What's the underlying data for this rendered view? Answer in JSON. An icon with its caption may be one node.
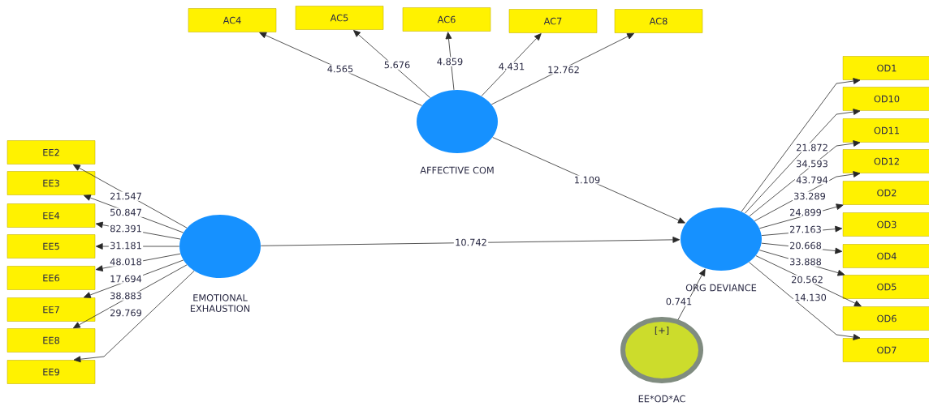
{
  "diagram": {
    "nodes": [
      {
        "text": [
          "AC4"
        ]
      },
      {
        "text": [
          "AC5"
        ]
      },
      {
        "text": [
          "AC6"
        ]
      },
      {
        "text": [
          "AC7"
        ]
      },
      {
        "text": [
          "AC8"
        ]
      },
      {
        "text": [
          "AFFECTIVE COM"
        ]
      },
      {
        "text": [
          "EMOTIONAL EXHAUSTION"
        ]
      },
      {
        "text": [
          "ORG DEVIANCE"
        ]
      },
      {
        "text": [
          "[+]",
          "EE*OD*AC"
        ]
      },
      {
        "text": [
          "EE2"
        ]
      },
      {
        "text": [
          "EE3"
        ]
      },
      {
        "text": [
          "EE4"
        ]
      },
      {
        "text": [
          "EE5"
        ]
      },
      {
        "text": [
          "EE6"
        ]
      },
      {
        "text": [
          "EE7"
        ]
      },
      {
        "text": [
          "EE8"
        ]
      },
      {
        "text": [
          "EE9"
        ]
      },
      {
        "text": [
          "OD1"
        ]
      },
      {
        "text": [
          "OD10"
        ]
      },
      {
        "text": [
          "OD11"
        ]
      },
      {
        "text": [
          "OD12"
        ]
      },
      {
        "text": [
          "OD2"
        ]
      },
      {
        "text": [
          "OD3"
        ]
      },
      {
        "text": [
          "OD4"
        ]
      },
      {
        "text": [
          "OD5"
        ]
      },
      {
        "text": [
          "OD6"
        ]
      },
      {
        "text": [
          "OD7"
        ]
      }
    ],
    "edges": [
      {
        "from": 5,
        "to": 0,
        "arrow": "to",
        "label": "4.565"
      },
      {
        "from": 5,
        "to": 1,
        "arrow": "to",
        "label": "5.676"
      },
      {
        "from": 5,
        "to": 2,
        "arrow": "to",
        "label": "4.859"
      },
      {
        "from": 5,
        "to": 3,
        "arrow": "to",
        "label": "4.431"
      },
      {
        "from": 5,
        "to": 4,
        "arrow": "to",
        "label": "12.762"
      },
      {
        "from": 6,
        "to": 9,
        "arrow": "to",
        "label": "21.547"
      },
      {
        "from": 6,
        "to": 10,
        "arrow": "to",
        "label": "50.847"
      },
      {
        "from": 6,
        "to": 11,
        "arrow": "to",
        "label": "82.391"
      },
      {
        "from": 6,
        "to": 12,
        "arrow": "to",
        "label": "31.181"
      },
      {
        "from": 6,
        "to": 13,
        "arrow": "to",
        "label": "48.018"
      },
      {
        "from": 6,
        "to": 14,
        "arrow": "to",
        "label": "17.694"
      },
      {
        "from": 6,
        "to": 15,
        "arrow": "to",
        "label": "38.883"
      },
      {
        "from": 6,
        "to": 16,
        "arrow": "to",
        "label": "29.769"
      },
      {
        "from": 7,
        "to": 17,
        "arrow": "to",
        "label": "21.872"
      },
      {
        "from": 7,
        "to": 18,
        "arrow": "to",
        "label": "34.593"
      },
      {
        "from": 7,
        "to": 19,
        "arrow": "to",
        "label": "43.794"
      },
      {
        "from": 7,
        "to": 20,
        "arrow": "to",
        "label": "33.289"
      },
      {
        "from": 7,
        "to": 21,
        "arrow": "to",
        "label": "24.899"
      },
      {
        "from": 7,
        "to": 22,
        "arrow": "to",
        "label": "27.163"
      },
      {
        "from": 7,
        "to": 23,
        "arrow": "to",
        "label": "20.668"
      },
      {
        "from": 7,
        "to": 24,
        "arrow": "to",
        "label": "33.888"
      },
      {
        "from": 7,
        "to": 25,
        "arrow": "to",
        "label": "20.562"
      },
      {
        "from": 7,
        "to": 26,
        "arrow": "to",
        "label": "14.130"
      },
      {
        "from": 5,
        "to": 7,
        "arrow": "to",
        "label": "1.109"
      },
      {
        "from": 6,
        "to": 7,
        "arrow": "to",
        "label": "10.742"
      },
      {
        "from": 8,
        "to": 7,
        "arrow": "to",
        "label": "0.741"
      }
    ]
  }
}
